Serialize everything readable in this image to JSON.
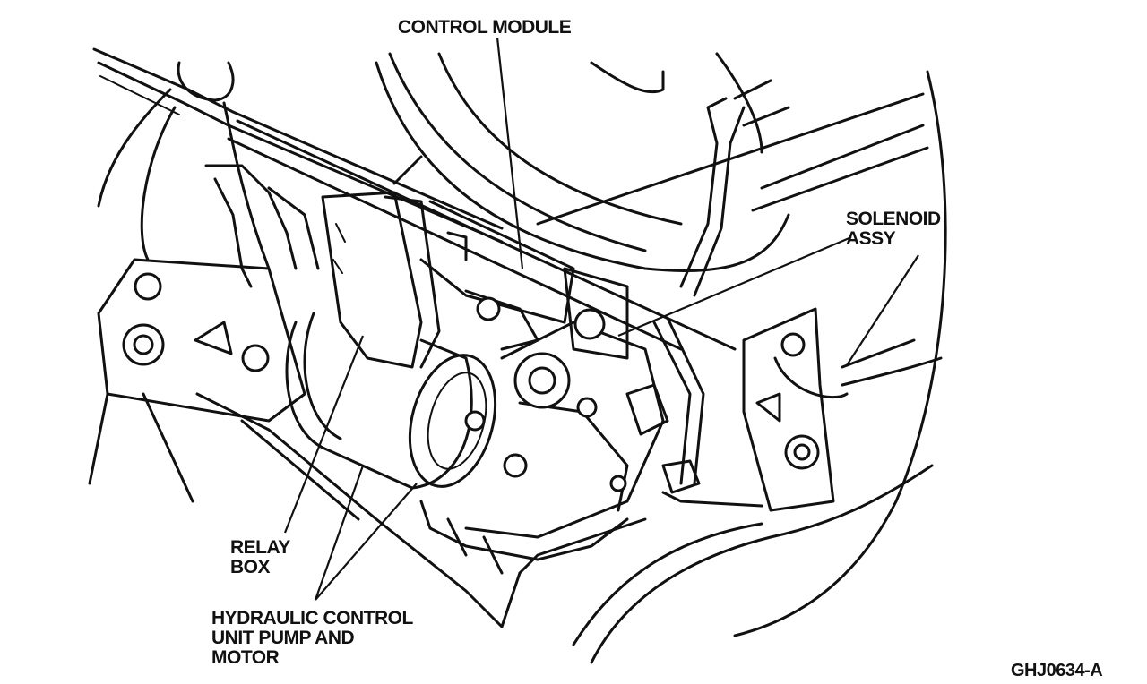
{
  "labels": {
    "control_module": "CONTROL MODULE",
    "solenoid_assy": [
      "SOLENOID",
      "ASSY"
    ],
    "relay_box": [
      "RELAY",
      "BOX"
    ],
    "hcu_pump_motor": [
      "HYDRAULIC CONTROL",
      "UNIT PUMP AND",
      "MOTOR"
    ],
    "figure_code": "GHJ0634-A"
  }
}
